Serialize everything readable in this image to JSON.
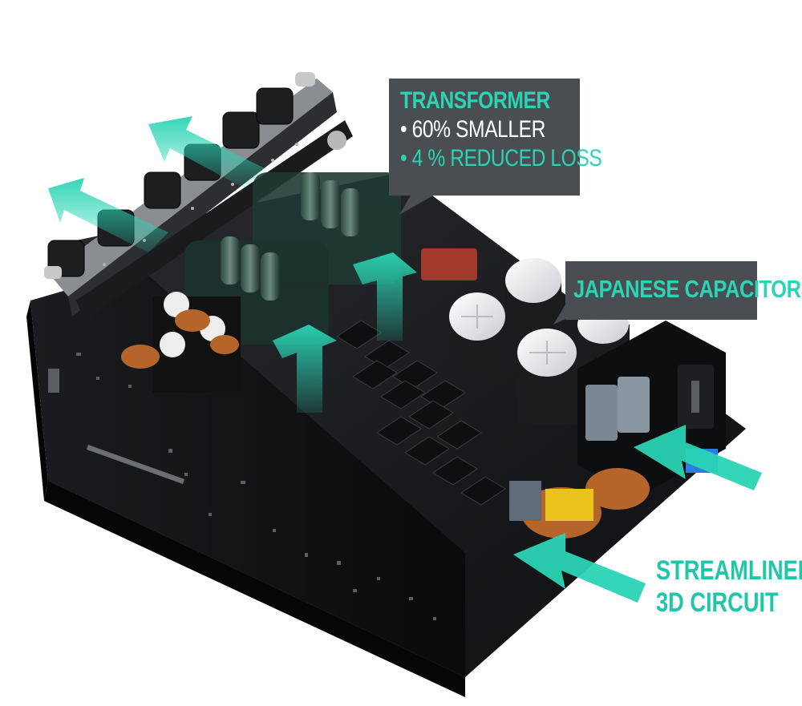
{
  "callouts": {
    "transformer": {
      "title": "TRANSFORMER",
      "bullets": [
        "• 60% SMALLER",
        "• 4 % REDUCED LOSS"
      ]
    },
    "capacitors": {
      "title": "JAPANESE CAPACITORS"
    },
    "circuit": {
      "line1": "STREAMLINED",
      "line2": "3D CIRCUIT"
    }
  },
  "colors": {
    "accent_teal": "#2ad4b4",
    "callout_bg": "#4a4d51",
    "pcb_black": "#141517",
    "background": "#ffffff"
  },
  "icons": [
    "airflow-arrow-icon"
  ]
}
